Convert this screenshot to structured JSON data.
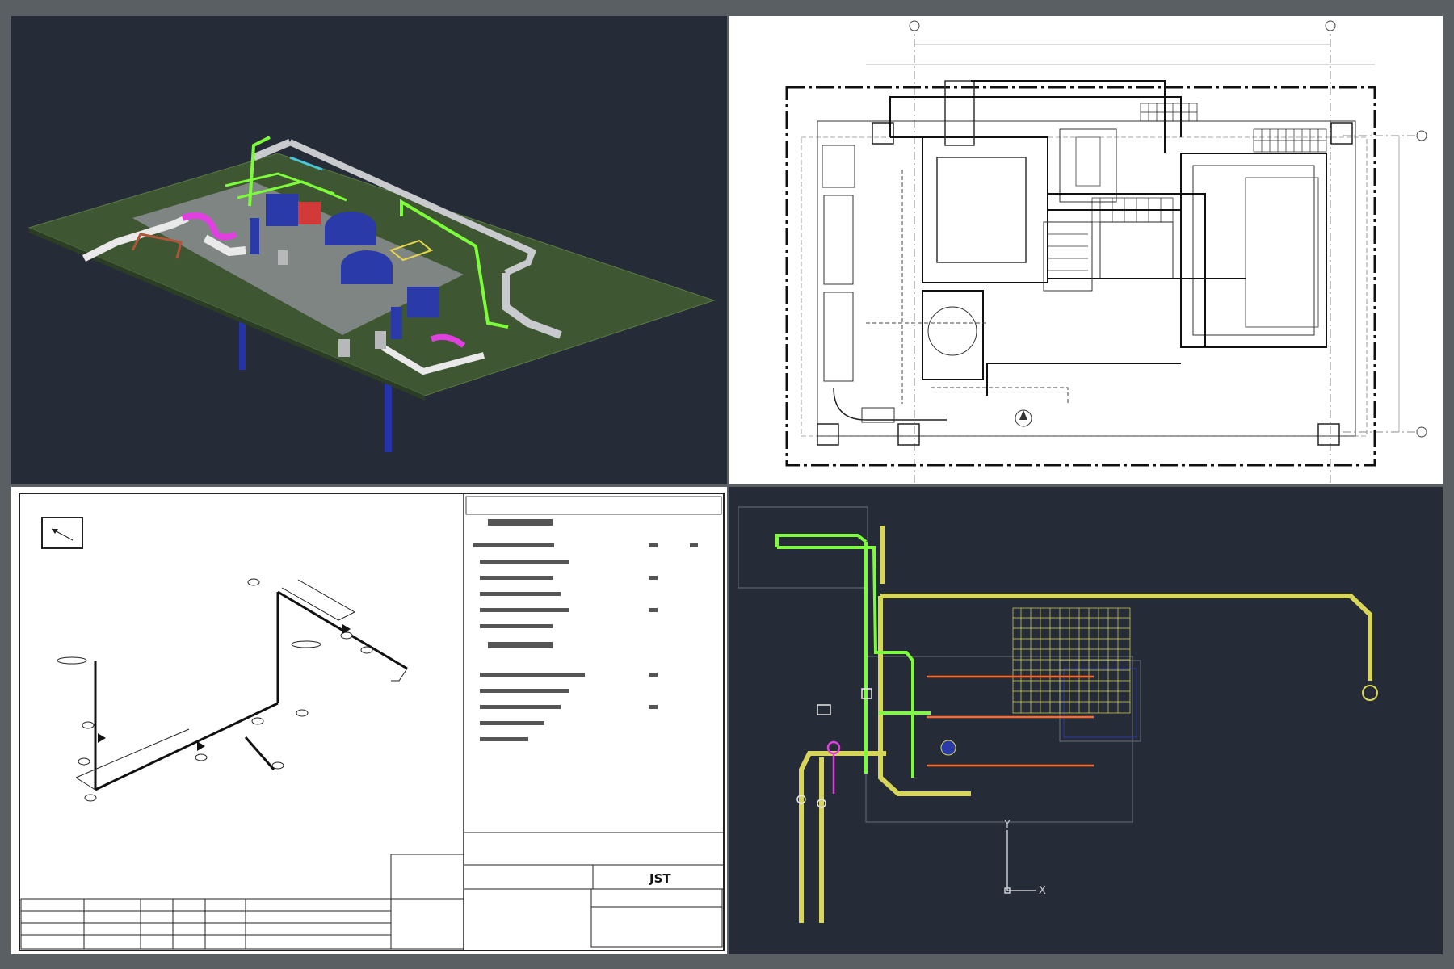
{
  "panels": {
    "iso3d": {},
    "plan": {},
    "isodwg": {
      "title_block_company": "JST"
    },
    "cad2d": {
      "axis_y": "Y",
      "axis_x": "X"
    }
  },
  "colors": {
    "frame": "#5a5f63",
    "cad_background": "#252c37",
    "deck": "#3e5632",
    "pipe_green": "#7cfc3a",
    "pipe_yellow": "#d8d65a",
    "pipe_orange": "#ff6a2a",
    "pipe_magenta": "#e040e0",
    "equipment_blue": "#2a3aa8"
  }
}
